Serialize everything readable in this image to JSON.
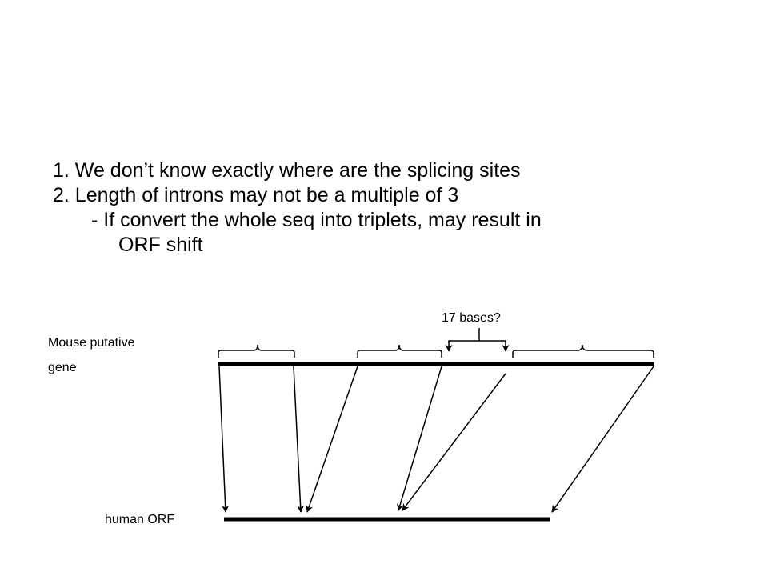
{
  "slide": {
    "bullets": [
      "1. We don’t know exactly where are the splicing sites",
      "2. Length of introns may not be a multiple of 3",
      "- If convert the whole seq into triplets, may result in",
      "ORF shift"
    ]
  },
  "diagram": {
    "mouse_label_line1": "Mouse putative",
    "mouse_label_line2": "gene",
    "human_label": "human ORF",
    "bases_label": "17 bases?"
  },
  "colors": {
    "line": "#000000",
    "background": "#ffffff"
  }
}
